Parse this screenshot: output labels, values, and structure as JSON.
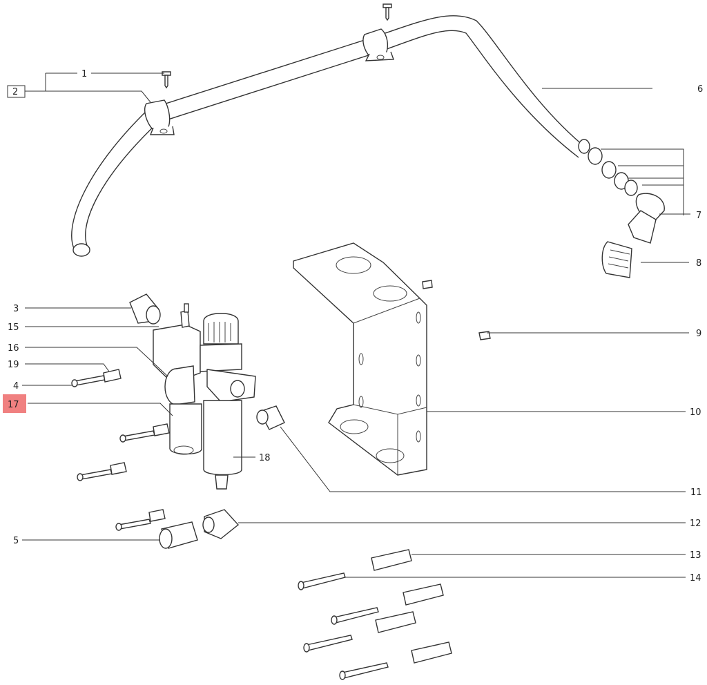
{
  "diagram": {
    "highlight_color": "#f08080",
    "callouts": [
      {
        "id": "c1",
        "text": "1"
      },
      {
        "id": "c2",
        "text": "2",
        "boxed": true
      },
      {
        "id": "c3",
        "text": "3"
      },
      {
        "id": "c4",
        "text": "4"
      },
      {
        "id": "c5",
        "text": "5"
      },
      {
        "id": "c6",
        "text": "6"
      },
      {
        "id": "c7",
        "text": "7"
      },
      {
        "id": "c8",
        "text": "8"
      },
      {
        "id": "c9",
        "text": "9"
      },
      {
        "id": "c10",
        "text": "10"
      },
      {
        "id": "c11",
        "text": "11"
      },
      {
        "id": "c12",
        "text": "12"
      },
      {
        "id": "c13",
        "text": "13"
      },
      {
        "id": "c14",
        "text": "14"
      },
      {
        "id": "c15",
        "text": "15"
      },
      {
        "id": "c16",
        "text": "16"
      },
      {
        "id": "c17",
        "text": "17",
        "highlighted": true
      },
      {
        "id": "c18",
        "text": "18"
      },
      {
        "id": "c19",
        "text": "19"
      }
    ]
  }
}
